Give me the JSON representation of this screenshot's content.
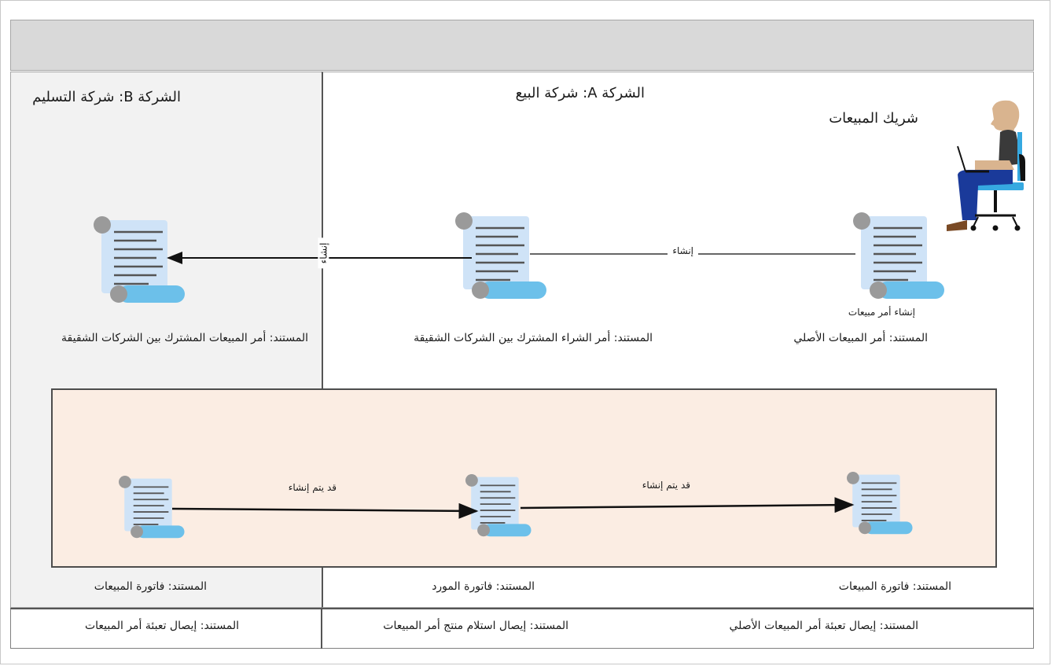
{
  "companies": {
    "company_b": "الشركة B: شركة التسليم",
    "company_a": "الشركة A: شركة البيع"
  },
  "actor": {
    "label": "شريك المبيعات",
    "icon": "sales-person-icon"
  },
  "documents": {
    "intercompany_sales_order": "المستند: أمر المبيعات المشترك بين الشركات الشقيقة",
    "intercompany_purchase_order": "المستند: أمر الشراء المشترك بين الشركات الشقيقة",
    "original_sales_order": "المستند: أمر المبيعات الأصلي",
    "sales_invoice_b": "المستند: فاتورة المبيعات",
    "vendor_invoice": "المستند: فاتورة المورد",
    "sales_invoice_a": "المستند: فاتورة المبيعات"
  },
  "arrows": {
    "create_po_to_so": "إنشاء",
    "create_so_to_po": "إنشاء",
    "create_sales_order": "إنشاء أمر مبيعات",
    "may_create_1": "قد يتم إنشاء",
    "may_create_2": "قد يتم إنشاء"
  },
  "footer": {
    "packing_slip_intercompany": "المستند: إيصال تعبئة أمر المبيعات",
    "product_receipt": "المستند: إيصال استلام منتج أمر المبيعات",
    "packing_slip_original": "المستند: إيصال تعبئة أمر المبيعات الأصلي"
  },
  "colors": {
    "scroll_fill": "#cfe3f7",
    "scroll_roll": "#6cc0ea",
    "scroll_cap": "#9a9a9a",
    "scroll_lines": "#555555",
    "invoice_band": "#fbede3",
    "panel_b": "#f2f2f2",
    "header_band": "#d9d9d9"
  }
}
